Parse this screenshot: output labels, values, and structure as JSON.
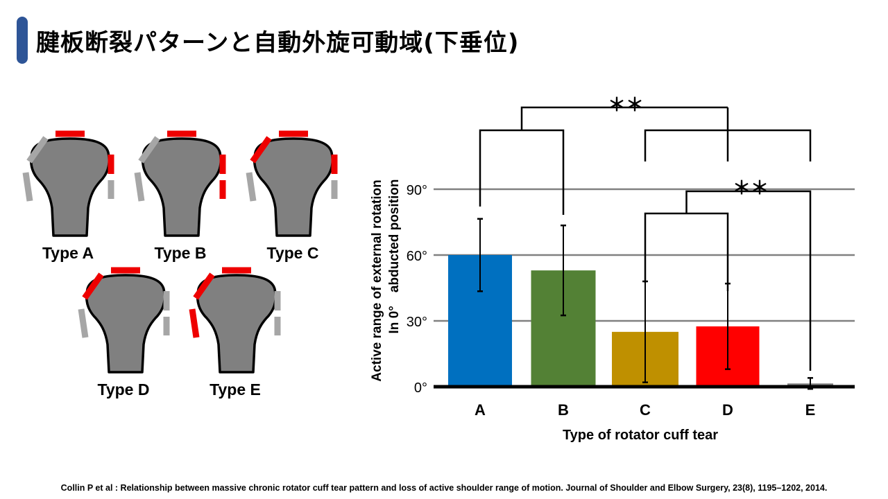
{
  "slide": {
    "title": "腱板断裂パターンと自動外旋可動域(下垂位)",
    "citation": "Collin P et al : Relationship between massive chronic rotator cuff tear pattern and loss of active shoulder range of motion. Journal of Shoulder and Elbow Surgery, 23(8), 1195–1202, 2014.",
    "accent_color": "#2e5597"
  },
  "diagrams": {
    "tear_color": "#ee0000",
    "intact_color": "#a6a6a6",
    "bone_color": "#808080",
    "types": [
      {
        "label": "Type A",
        "torn": [
          "top",
          "right-upper"
        ]
      },
      {
        "label": "Type B",
        "torn": [
          "top",
          "right-upper",
          "right-lower"
        ]
      },
      {
        "label": "Type C",
        "torn": [
          "top",
          "right-upper",
          "left-upper"
        ]
      },
      {
        "label": "Type D",
        "torn": [
          "top",
          "left-upper"
        ]
      },
      {
        "label": "Type E",
        "torn": [
          "top",
          "left-upper",
          "left-lower"
        ]
      }
    ]
  },
  "chart_data": {
    "type": "bar",
    "categories": [
      "A",
      "B",
      "C",
      "D",
      "E"
    ],
    "values": [
      60,
      53,
      25,
      27.5,
      1.5
    ],
    "errors": [
      16.5,
      20.5,
      23,
      19.5,
      2.5
    ],
    "colors": [
      "#0070c0",
      "#538135",
      "#bf9000",
      "#ff0000",
      "#808080"
    ],
    "ylim": [
      0,
      90
    ],
    "yticks": [
      0,
      30,
      60,
      90
    ],
    "ytick_labels": [
      "0°",
      "30°",
      "60°",
      "90°"
    ],
    "grid": true,
    "xlabel": "Type of rotator cuff tear",
    "ylabel_line1": "Active range of external rotation",
    "ylabel_line2": "In 0°　abducted position",
    "significance": [
      {
        "groups": [
          [
            "A",
            "B"
          ],
          [
            "C",
            "D",
            "E"
          ]
        ],
        "label": "＊＊"
      },
      {
        "groups": [
          [
            "C",
            "D"
          ],
          [
            "E"
          ]
        ],
        "label": "＊＊"
      }
    ]
  }
}
